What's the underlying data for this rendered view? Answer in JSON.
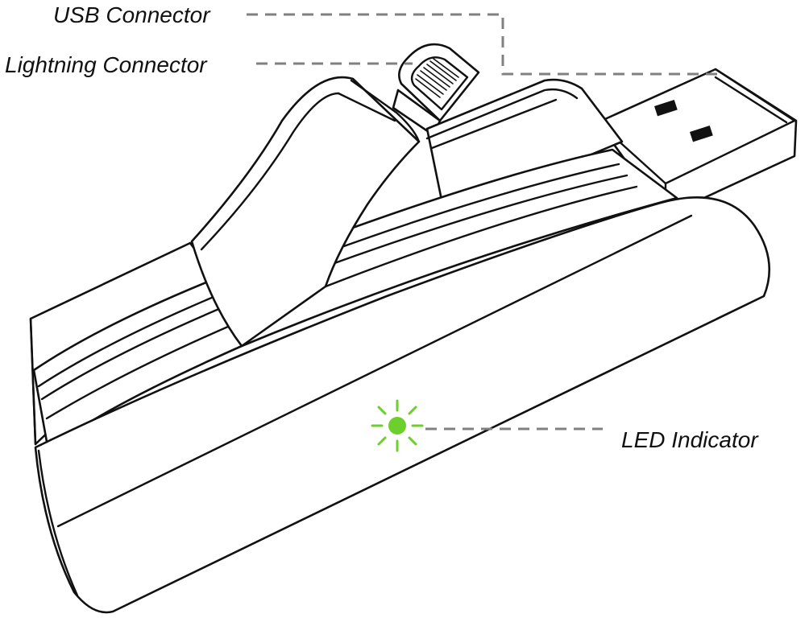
{
  "labels": {
    "usb_connector": "USB Connector",
    "lightning_connector": "Lightning Connector",
    "led_indicator": "LED Indicator"
  },
  "colors": {
    "outline": "#111111",
    "leader_line": "#808080",
    "led": "#6ccf2c",
    "background": "#ffffff"
  }
}
